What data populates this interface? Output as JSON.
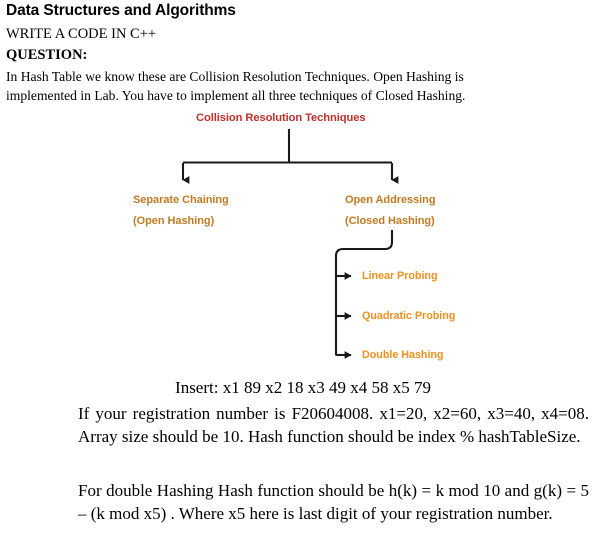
{
  "document": {
    "title": "Data Structures and Algorithms",
    "instruction": "WRITE A CODE IN C++",
    "section_label": "QUESTION:",
    "intro_paragraph": "In Hash Table we know these are Collision Resolution Techniques. Open Hashing is implemented in Lab. You have to implement all three techniques of Closed Hashing.",
    "insert_line": "Insert: x1 89 x2 18 x3 49 x4 58 x5 79",
    "paragraph_registration": "If your registration number is F20604008. x1=20, x2=60, x3=40, x4=08. Array size should be 10. Hash function should be  index % hashTableSize.",
    "paragraph_double_hashing": "For double Hashing Hash function should be h(k) = k mod 10 and g(k) = 5 – (k mod x5) . Where x5 here is last digit of your registration number."
  },
  "diagram": {
    "root": {
      "label": "Collision Resolution Techniques",
      "color": "#C0302B"
    },
    "branches": [
      {
        "label": "Separate Chaining",
        "sublabel": "(Open Hashing)",
        "color": "#C07A23"
      },
      {
        "label": "Open Addressing",
        "sublabel": "(Closed Hashing)",
        "color": "#C07A23"
      }
    ],
    "leaves": [
      {
        "label": "Linear Probing",
        "color": "#F0901E"
      },
      {
        "label": "Quadratic Probing",
        "color": "#F0901E"
      },
      {
        "label": "Double Hashing",
        "color": "#F0901E"
      }
    ],
    "line_color": "#1a1a1a"
  }
}
